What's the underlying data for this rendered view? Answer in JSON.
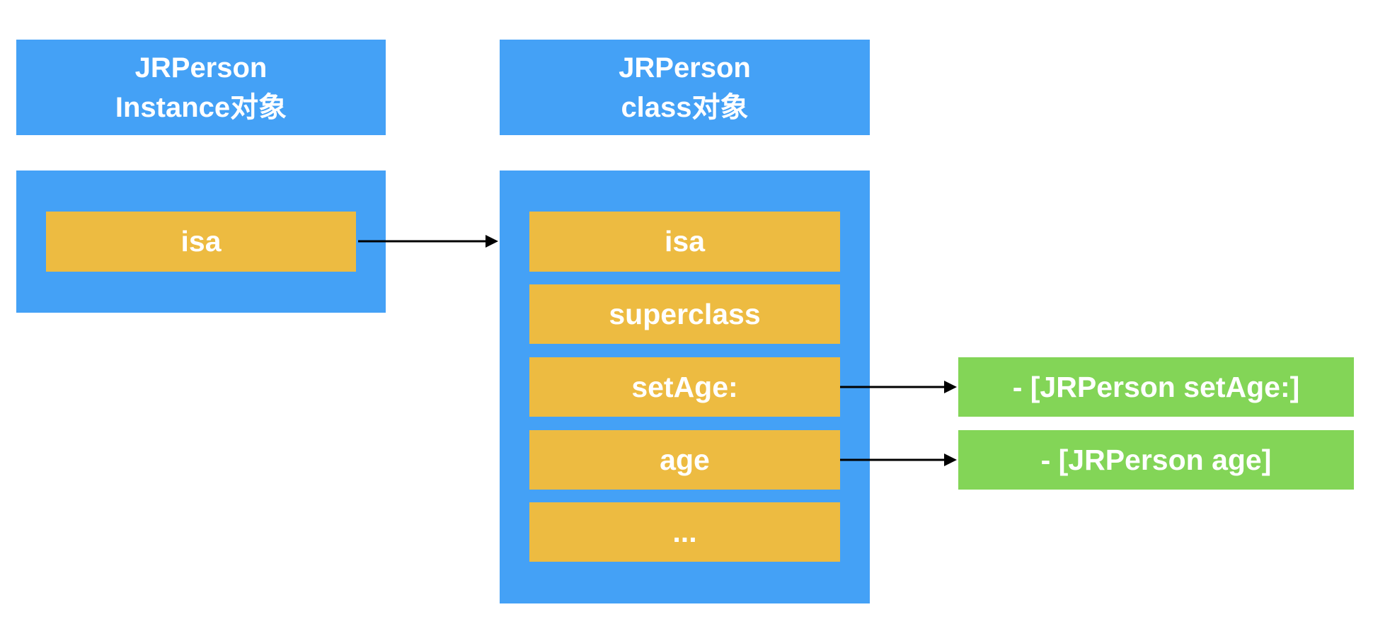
{
  "colors": {
    "blue": "#44a1f6",
    "yellow": "#edbb41",
    "green": "#83d557",
    "text": "#ffffff",
    "arrow": "#000000"
  },
  "instance": {
    "title_line1": "JRPerson",
    "title_line2": "Instance对象",
    "slots": [
      "isa"
    ]
  },
  "class_obj": {
    "title_line1": "JRPerson",
    "title_line2": "class对象",
    "slots": [
      "isa",
      "superclass",
      "setAge:",
      "age",
      "..."
    ]
  },
  "methods": [
    "- [JRPerson setAge:]",
    "- [JRPerson age]"
  ],
  "connections": [
    {
      "from": "instance.isa",
      "to": "class-object-panel"
    },
    {
      "from": "class.setAge:",
      "to": "method-setAge"
    },
    {
      "from": "class.age",
      "to": "method-age"
    }
  ]
}
